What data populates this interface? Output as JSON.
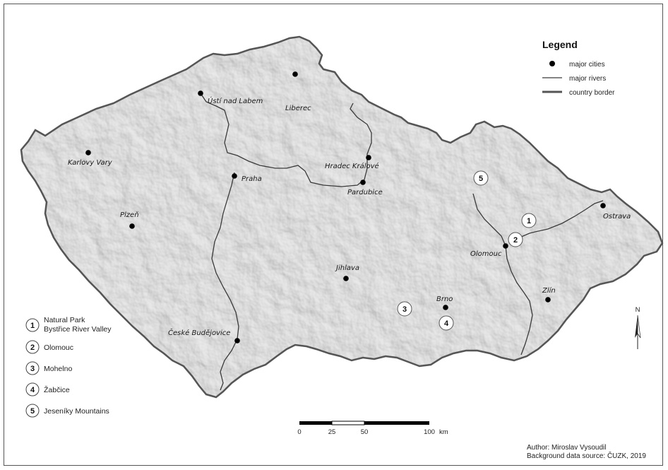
{
  "legend": {
    "title": "Legend",
    "items": [
      "major cities",
      "major rivers",
      "country border"
    ]
  },
  "cities": [
    {
      "name": "Ústí nad Labem",
      "icon": "city-dot"
    },
    {
      "name": "Liberec",
      "icon": "city-dot"
    },
    {
      "name": "Karlovy Vary",
      "icon": "city-dot"
    },
    {
      "name": "Praha",
      "icon": "city-dot"
    },
    {
      "name": "Hradec Králové",
      "icon": "city-dot"
    },
    {
      "name": "Pardubice",
      "icon": "city-dot"
    },
    {
      "name": "Plzeň",
      "icon": "city-dot"
    },
    {
      "name": "Jihlava",
      "icon": "city-dot"
    },
    {
      "name": "Brno",
      "icon": "city-dot"
    },
    {
      "name": "Olomouc",
      "icon": "city-dot"
    },
    {
      "name": "Ostrava",
      "icon": "city-dot"
    },
    {
      "name": "Zlín",
      "icon": "city-dot"
    },
    {
      "name": "České Budějovice",
      "icon": "city-dot"
    }
  ],
  "site_markers": [
    "1",
    "2",
    "3",
    "4",
    "5"
  ],
  "site_key": [
    {
      "num": "1",
      "lines": [
        "Natural Park",
        "Bystřice River Valley"
      ]
    },
    {
      "num": "2",
      "lines": [
        "Olomouc"
      ]
    },
    {
      "num": "3",
      "lines": [
        "Mohelno"
      ]
    },
    {
      "num": "4",
      "lines": [
        "Žabčice"
      ]
    },
    {
      "num": "5",
      "lines": [
        "Jeseníky Mountains"
      ]
    }
  ],
  "scale_bar": {
    "ticks": [
      "0",
      "25",
      "50",
      "100"
    ],
    "unit": "km"
  },
  "north_arrow": {
    "label": "N",
    "icon": "north-arrow-icon"
  },
  "credits": {
    "author": "Author: Miroslav Vysoudil",
    "source": "Background data source: ČUZK, 2019"
  },
  "colors": {
    "terrain": "#a6a6a6",
    "border": "#555555",
    "river": "#3a3a3a",
    "city": "#000000"
  }
}
